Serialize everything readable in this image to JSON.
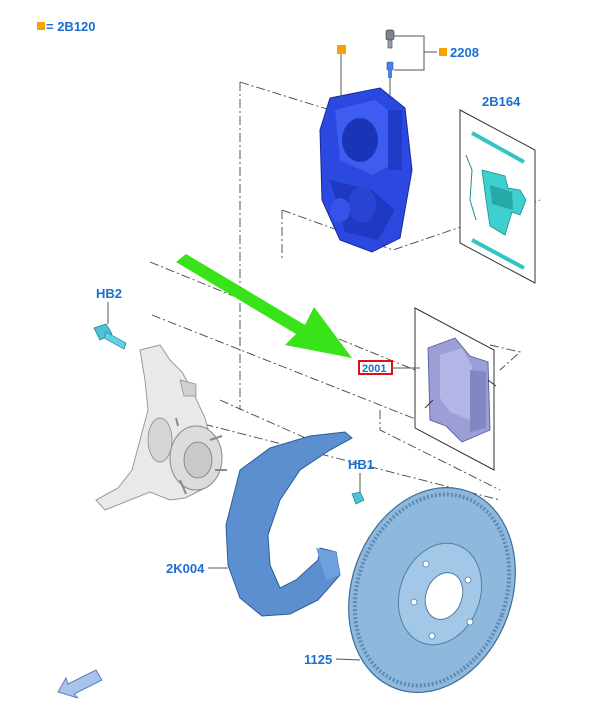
{
  "legend": {
    "marker_color": "#f5a300",
    "text": "= 2B120"
  },
  "labels": {
    "sensor": "2208",
    "pad_kit": "2B164",
    "bolt_top": "HB2",
    "pad_set": "2001",
    "bolt_small": "HB1",
    "dust_shield": "2K004",
    "rotor": "1125"
  },
  "colors": {
    "label": "#1a6fd1",
    "caliper": "#2b49e0",
    "pads": "#9b9fd6",
    "shield": "#5b8fcf",
    "rotor": "#8fb9dc",
    "clips": "#33c4c4",
    "arrow": "#39e31a",
    "highlight": "#e01010"
  }
}
